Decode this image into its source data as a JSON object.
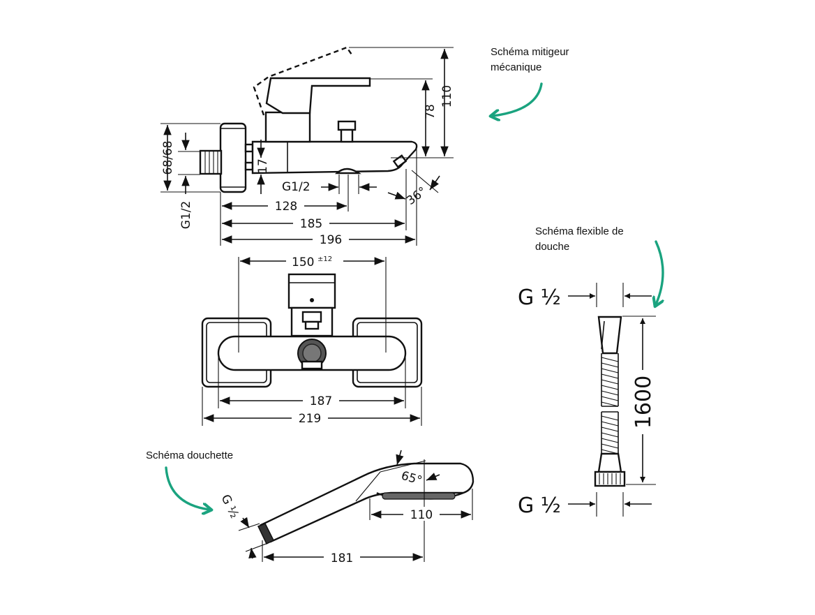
{
  "captions": {
    "mitigeur": "Schéma mitigeur mécanique",
    "flexible": "Schéma flexible de douche",
    "douchette": "Schéma douchette"
  },
  "mixer_side": {
    "height_total": "110",
    "height_78": "78",
    "spout_17": "17",
    "left_6868": "68/68",
    "left_g12": "G1/2",
    "g12_spout": "G1/2",
    "angle": "36°",
    "d128": "128",
    "d185": "185",
    "d196": "196"
  },
  "mixer_front": {
    "d150": "150",
    "tol": "±12",
    "d187": "187",
    "d219": "219"
  },
  "hose": {
    "g_top": "G ½",
    "g_bottom": "G ½",
    "length": "1600"
  },
  "hand_shower": {
    "angle": "65°",
    "g": "G ½",
    "d110": "110",
    "d181": "181"
  },
  "colors": {
    "arrow": "#1aa37f",
    "ink": "#111111"
  }
}
